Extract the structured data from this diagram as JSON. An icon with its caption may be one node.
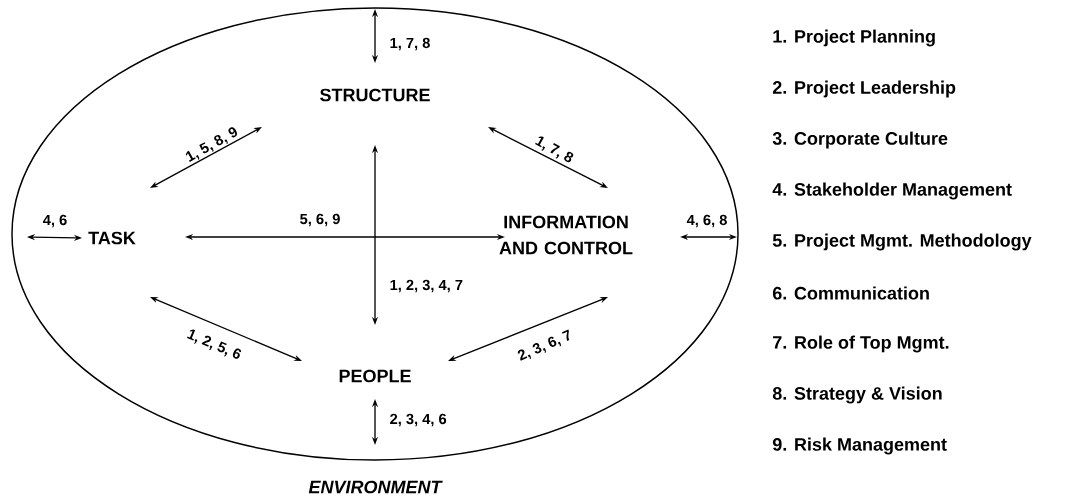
{
  "diagram": {
    "nodes": [
      {
        "text": [
          "ENVIRONMENT"
        ]
      },
      {
        "text": [
          "STRUCTURE"
        ],
        "in": 0
      },
      {
        "text": [
          "TASK"
        ],
        "in": 0
      },
      {
        "text": [
          "INFORMATION AND CONTROL"
        ],
        "in": 0
      },
      {
        "text": [
          "PEOPLE"
        ],
        "in": 0
      }
    ],
    "edges": [
      {
        "from": 0,
        "to": 1,
        "arrow": "both",
        "label": "1, 7, 8"
      },
      {
        "from": 2,
        "to": 1,
        "arrow": "both",
        "label": "1, 5, 8, 9"
      },
      {
        "from": 1,
        "to": 3,
        "arrow": "both",
        "label": "1, 7, 8"
      },
      {
        "from": 0,
        "to": 2,
        "arrow": "both",
        "label": "4, 6"
      },
      {
        "from": 2,
        "to": 3,
        "arrow": "both",
        "label": "5, 6, 9"
      },
      {
        "from": 1,
        "to": 4,
        "arrow": "both",
        "label": "1, 2, 3, 4, 7"
      },
      {
        "from": 3,
        "to": 0,
        "arrow": "both",
        "label": "4, 6, 8"
      },
      {
        "from": 2,
        "to": 4,
        "arrow": "both",
        "label": "1, 2, 5, 6"
      },
      {
        "from": 3,
        "to": 4,
        "arrow": "both",
        "label": "2, 3, 6, 7"
      },
      {
        "from": 4,
        "to": 0,
        "arrow": "both",
        "label": "2, 3, 4, 6"
      }
    ],
    "labels": [
      "1. Project Planning",
      "2. Project Leadership",
      "3. Corporate Culture",
      "4. Stakeholder Management",
      "5. Project Mgmt. Methodology",
      "6. Communication",
      "7. Role of Top Mgmt.",
      "8. Strategy & Vision",
      "9. Risk Management"
    ]
  }
}
